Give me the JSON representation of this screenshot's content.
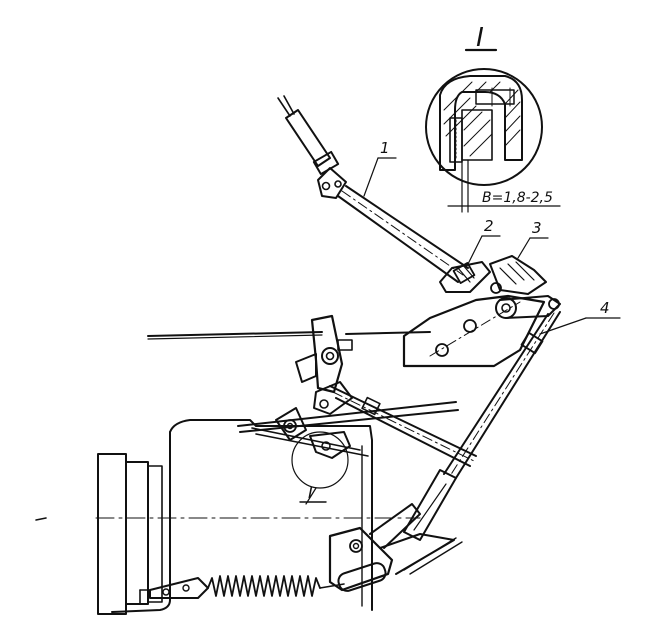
{
  "diagram": {
    "detail_title": "I",
    "detail_dimension": "B=1,8-2,5",
    "callouts": [
      "1",
      "2",
      "3",
      "4"
    ],
    "section_marker": "I"
  },
  "colors": {
    "ink": "#111111",
    "paper": "#ffffff"
  }
}
